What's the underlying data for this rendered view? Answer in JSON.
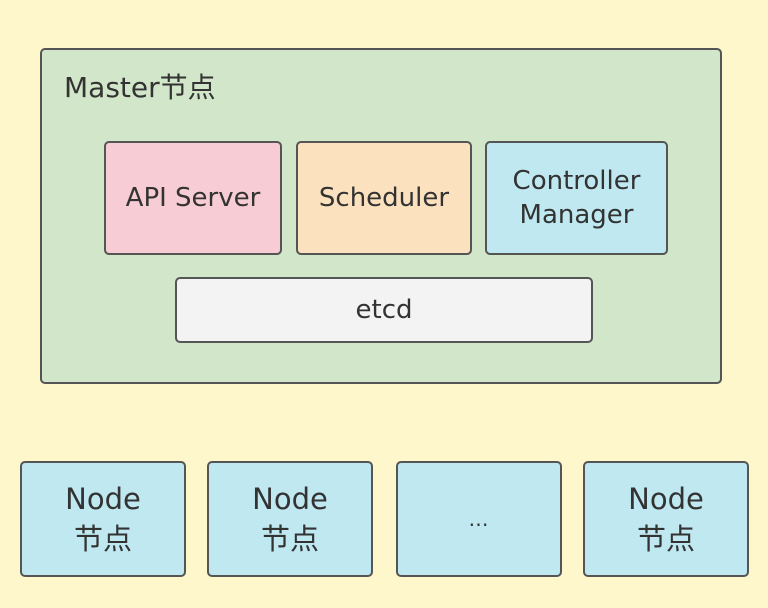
{
  "master": {
    "title": "Master节点",
    "components": {
      "api_server": "API Server",
      "scheduler": "Scheduler",
      "controller_manager": [
        "Controller",
        "Manager"
      ],
      "etcd": "etcd"
    }
  },
  "nodes": [
    {
      "line1": "Node",
      "line2": "节点"
    },
    {
      "line1": "Node",
      "line2": "节点"
    },
    {
      "text": "…"
    },
    {
      "line1": "Node",
      "line2": "节点"
    }
  ],
  "colors": {
    "background": "#fff7cc",
    "master_fill": "#d2e6c9",
    "api_server_fill": "#f7ccd4",
    "scheduler_fill": "#fbe1bd",
    "controller_fill": "#bfe8f0",
    "etcd_fill": "#f3f3f3",
    "node_fill": "#bfe8f0",
    "border": "#555555"
  }
}
